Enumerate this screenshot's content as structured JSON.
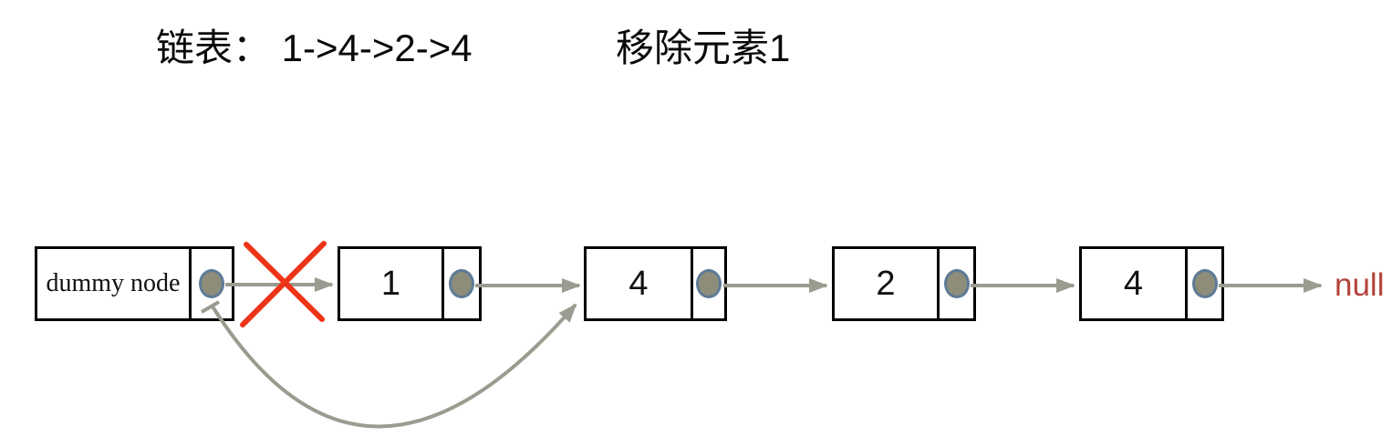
{
  "header": {
    "list_label": "链表： 1->4->2->4",
    "action_label": "移除元素1"
  },
  "list": {
    "nodes": [
      {
        "label": "dummy node"
      },
      {
        "label": "1"
      },
      {
        "label": "4"
      },
      {
        "label": "2"
      },
      {
        "label": "4"
      }
    ],
    "terminator": "null",
    "removed_value": "1"
  },
  "colors": {
    "arrow": "#9b9b8f",
    "pointer_fill": "#8d8d79",
    "pointer_border": "#5d7b97",
    "cross": "#ee3418",
    "null_text": "#b4433c",
    "box_border": "#000000"
  }
}
